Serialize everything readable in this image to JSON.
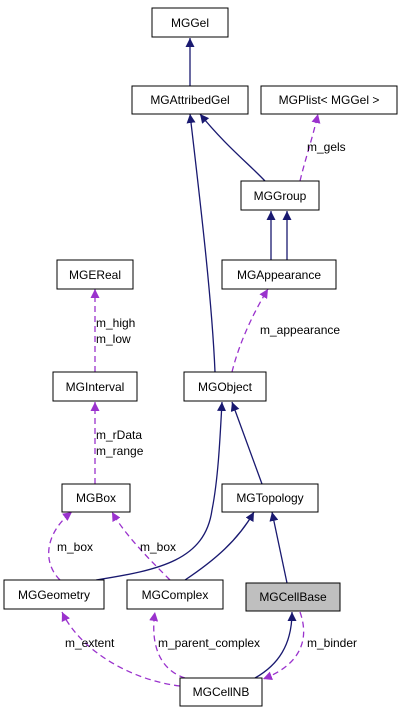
{
  "colors": {
    "inheritance": "#191970",
    "member": "#9a32cd",
    "current_node_fill": "#bfbfbf",
    "node_fill": "#ffffff"
  },
  "nodes": {
    "mggel": "MGGel",
    "mgattribedgel": "MGAttribedGel",
    "mgplist": "MGPlist< MGGel >",
    "mggroup": "MGGroup",
    "mgappearance": "MGAppearance",
    "mgereal": "MGEReal",
    "mginterval": "MGInterval",
    "mgobject": "MGObject",
    "mgbox": "MGBox",
    "mgtopology": "MGTopology",
    "mggeometry": "MGGeometry",
    "mgcomplex": "MGComplex",
    "mgcellbase": "MGCellBase",
    "mgcellnb": "MGCellNB"
  },
  "labels": {
    "m_gels": "m_gels",
    "m_high": "m_high",
    "m_low": "m_low",
    "m_appearance": "m_appearance",
    "m_rData": "m_rData",
    "m_range": "m_range",
    "m_box_left": "m_box",
    "m_box_right": "m_box",
    "m_extent": "m_extent",
    "m_parent_complex": "m_parent_complex",
    "m_binder": "m_binder"
  }
}
